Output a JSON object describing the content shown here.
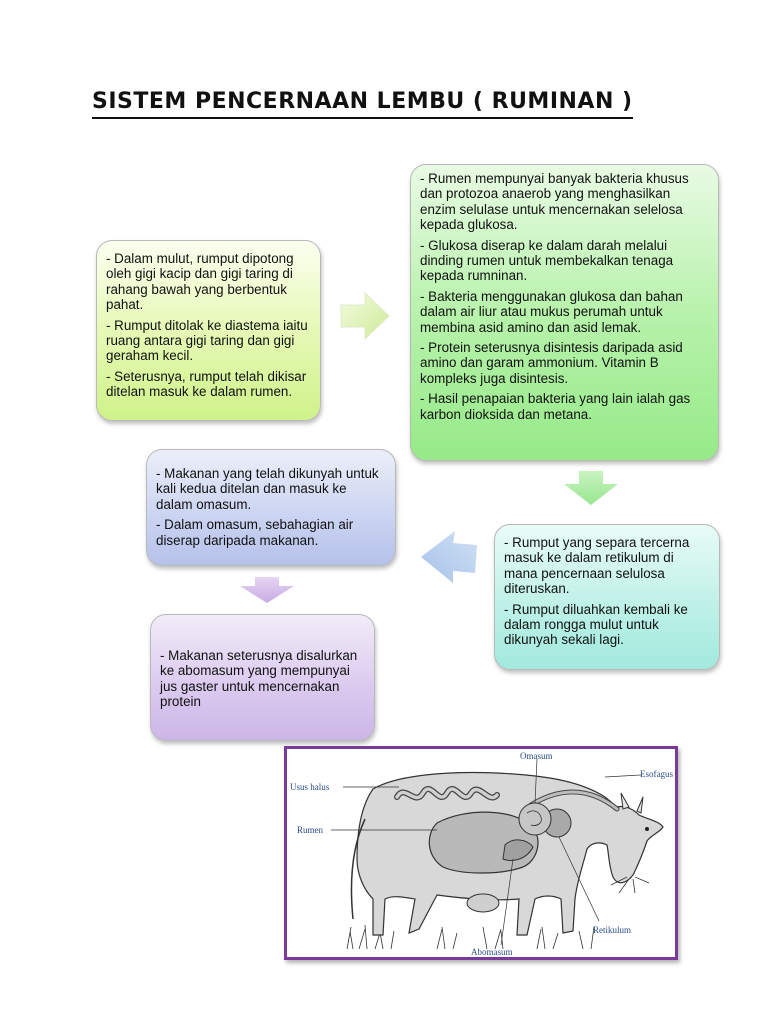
{
  "title": "SISTEM PENCERNAAN LEMBU ( RUMINAN )",
  "box1": {
    "lines": [
      "- Dalam mulut, rumput dipotong oleh gigi kacip dan gigi taring di rahang bawah yang berbentuk pahat.",
      "- Rumput ditolak ke diastema iaitu ruang antara gigi taring dan gigi geraham kecil.",
      "- Seterusnya, rumput telah dikisar ditelan masuk ke dalam rumen."
    ]
  },
  "box2": {
    "lines": [
      "- Rumen mempunyai banyak bakteria khusus dan protozoa anaerob yang menghasilkan enzim selulase untuk mencernakan selelosa kepada glukosa.",
      "- Glukosa diserap ke dalam darah melalui dinding rumen untuk membekalkan tenaga kepada rumninan.",
      "- Bakteria menggunakan glukosa dan bahan dalam air liur atau mukus perumah untuk membina asid amino dan asid lemak.",
      "- Protein seterusnya disintesis daripada asid amino dan garam ammonium. Vitamin B kompleks juga disintesis.",
      "- Hasil penapaian bakteria yang lain ialah gas karbon dioksida dan metana."
    ]
  },
  "box3": {
    "lines": [
      "- Rumput yang separa tercerna masuk ke dalam retikulum di mana pencernaan selulosa diteruskan.",
      "- Rumput diluahkan kembali ke dalam rongga mulut untuk dikunyah sekali lagi."
    ]
  },
  "box4": {
    "lines": [
      "- Makanan yang telah dikunyah untuk kali kedua ditelan dan masuk ke dalam omasum.",
      "- Dalam omasum, sebahagian air diserap daripada makanan."
    ]
  },
  "box5": {
    "lines": [
      "- Makanan seterusnya disalurkan ke abomasum yang mempunyai jus gaster untuk mencernakan protein"
    ]
  },
  "figure": {
    "labels": {
      "usus_halus": "Usus halus",
      "rumen": "Rumen",
      "omasum": "Omasum",
      "esofagus": "Esofagus",
      "retikulum": "Retikulum",
      "abomasum": "Abomasum"
    }
  },
  "colors": {
    "box1": "#d9f5a0",
    "box2": "#a6ee98",
    "box3": "#b0ede3",
    "box4": "#c2cbee",
    "box5": "#d4c1ec",
    "figure_border": "#7a3a9a",
    "label_text": "#2c4c8c"
  },
  "icons": [
    "arrow-right-icon",
    "arrow-down-icon",
    "arrow-left-icon",
    "arrow-down-icon"
  ]
}
